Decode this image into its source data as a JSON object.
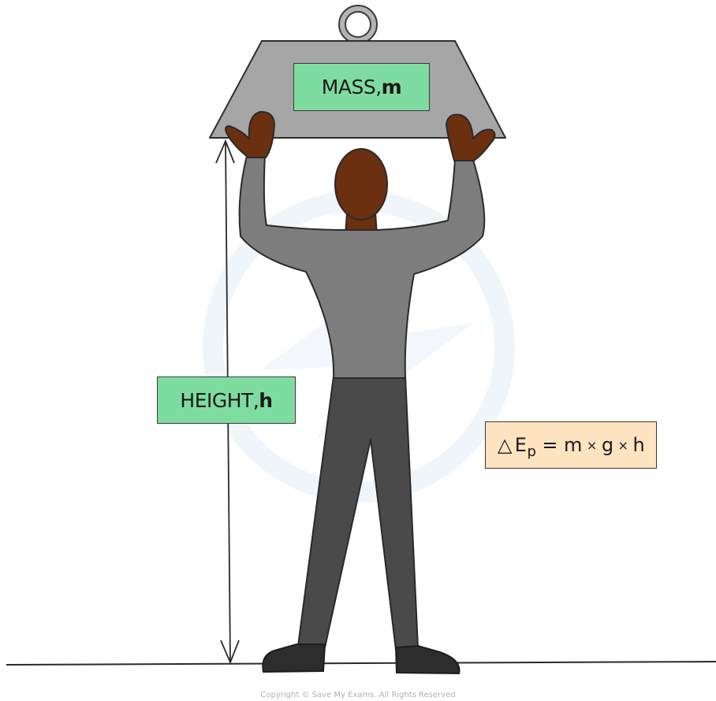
{
  "labels": {
    "mass_text": "MASS, ",
    "mass_symbol": "m",
    "height_text": "HEIGHT, ",
    "height_symbol": "h"
  },
  "formula": {
    "delta": "△",
    "energy": "E",
    "subscript": "p",
    "equals": "=",
    "m": "m",
    "times": "×",
    "g": "g",
    "h": "h"
  },
  "copyright": "Copyright © Save My Exams. All Rights Reserved",
  "colors": {
    "label_green": "#7fdca0",
    "formula_peach": "#fde3c0",
    "weight_grey": "#a6a6a6",
    "shirt_grey": "#7d7d7d",
    "trousers_grey": "#4a4a4a",
    "skin": "#6b3010",
    "watermark": "#e4edf7"
  }
}
